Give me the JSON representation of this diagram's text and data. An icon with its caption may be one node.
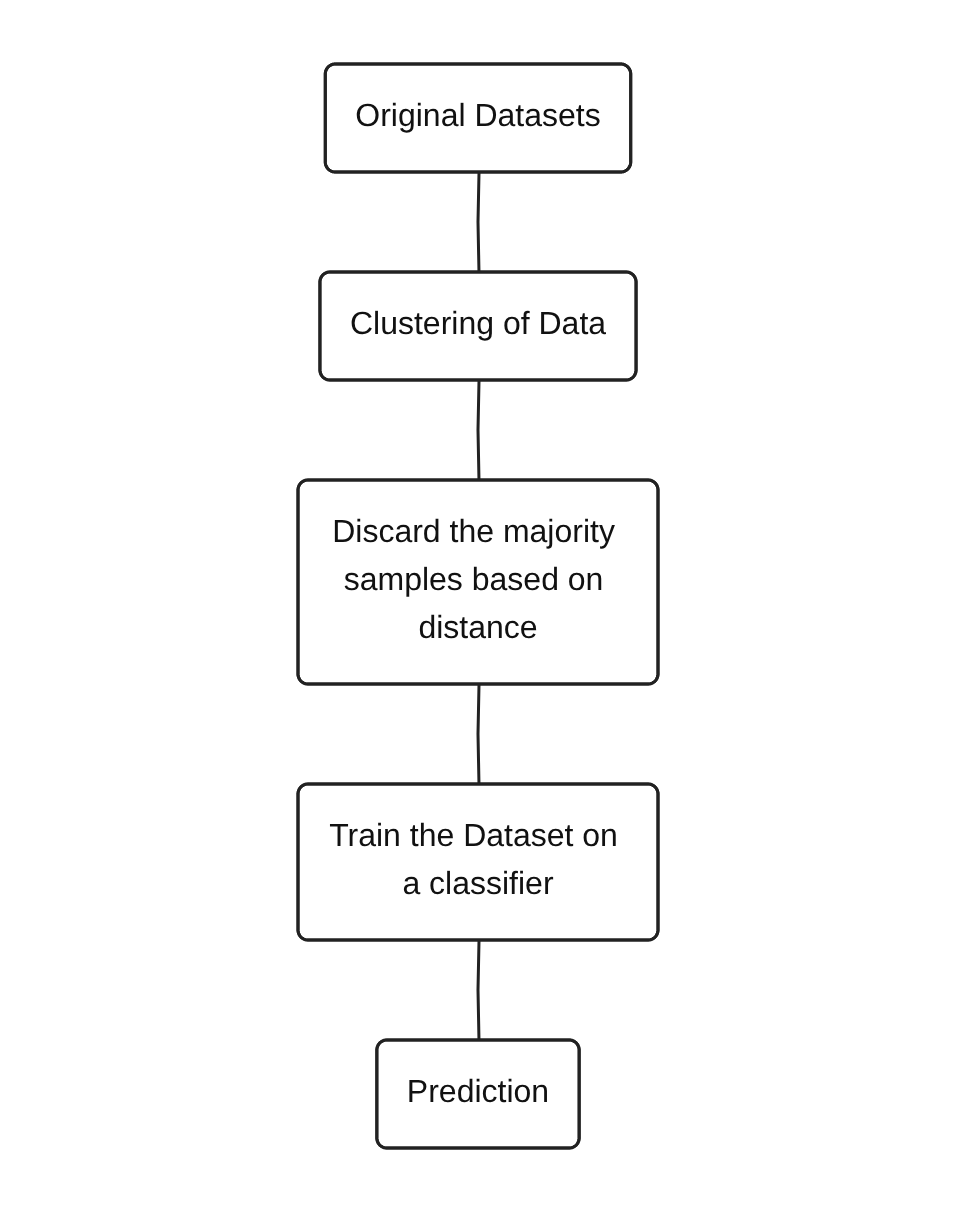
{
  "diagram": {
    "nodes": [
      {
        "text": [
          "Original Datasets"
        ]
      },
      {
        "text": [
          "Clustering of Data"
        ]
      },
      {
        "text": [
          "Discard the majority samples based on distance"
        ]
      },
      {
        "text": [
          "Train the Dataset on a classifier"
        ]
      },
      {
        "text": [
          "Prediction"
        ]
      }
    ],
    "edges": [
      {
        "from": 0,
        "to": 1,
        "arrow": "none"
      },
      {
        "from": 1,
        "to": 2,
        "arrow": "none"
      },
      {
        "from": 2,
        "to": 3,
        "arrow": "none"
      },
      {
        "from": 3,
        "to": 4,
        "arrow": "none"
      }
    ]
  }
}
